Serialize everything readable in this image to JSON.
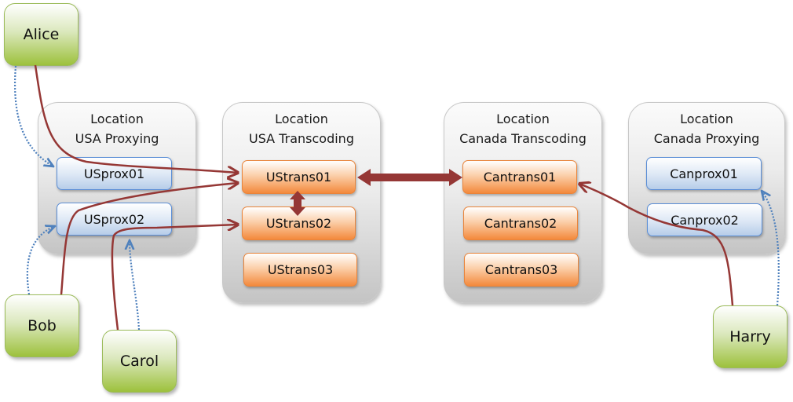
{
  "locations": [
    {
      "id": "usa-proxying",
      "title_line1": "Location",
      "title_line2": "USA Proxying",
      "nodes": [
        "USprox01",
        "USprox02"
      ]
    },
    {
      "id": "usa-transcoding",
      "title_line1": "Location",
      "title_line2": "USA Transcoding",
      "nodes": [
        "UStrans01",
        "UStrans02",
        "UStrans03"
      ]
    },
    {
      "id": "canada-transcoding",
      "title_line1": "Location",
      "title_line2": "Canada Transcoding",
      "nodes": [
        "Cantrans01",
        "Cantrans02",
        "Cantrans03"
      ]
    },
    {
      "id": "canada-proxying",
      "title_line1": "Location",
      "title_line2": "Canada Proxying",
      "nodes": [
        "Canprox01",
        "Canprox02"
      ]
    }
  ],
  "users": {
    "alice": "Alice",
    "bob": "Bob",
    "carol": "Carol",
    "harry": "Harry"
  },
  "connections": {
    "media_paths": [
      {
        "from": "Alice",
        "to": "UStrans01",
        "style": "solid"
      },
      {
        "from": "Bob",
        "to": "UStrans01",
        "style": "solid"
      },
      {
        "from": "Carol",
        "to": "UStrans02",
        "style": "solid"
      },
      {
        "from": "Harry",
        "to": "Cantrans01",
        "style": "solid"
      }
    ],
    "signaling_paths": [
      {
        "from": "Alice",
        "to": "USprox01",
        "style": "dotted"
      },
      {
        "from": "Bob",
        "to": "USprox02",
        "style": "dotted"
      },
      {
        "from": "Carol",
        "to": "USprox02",
        "style": "dotted"
      },
      {
        "from": "Harry",
        "to": "Canprox01",
        "style": "dotted"
      }
    ],
    "inter_links": [
      {
        "between": [
          "UStrans01",
          "Cantrans01"
        ],
        "style": "bidirectional"
      },
      {
        "between": [
          "UStrans01",
          "UStrans02"
        ],
        "style": "bidirectional"
      }
    ]
  },
  "colors": {
    "media_line": "#953735",
    "signaling_line": "#4f81bd",
    "proxy_border": "#5b8ed6",
    "transcoder_fill": "#f3893c",
    "user_fill": "#9dc13c"
  }
}
